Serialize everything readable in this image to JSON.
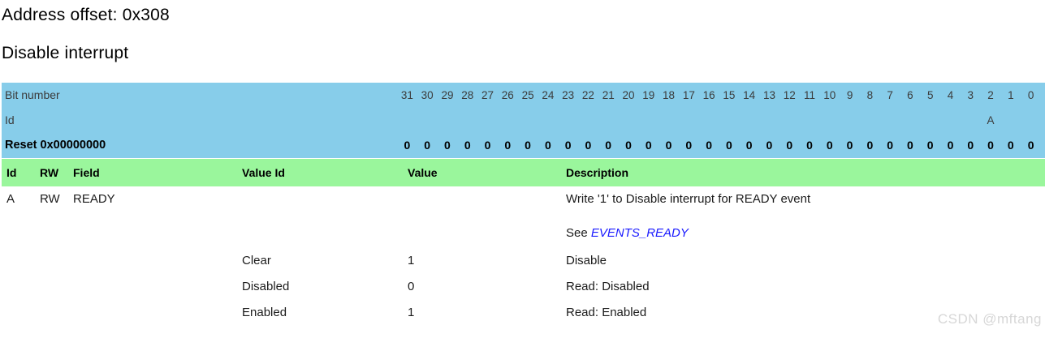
{
  "page": {
    "address_offset": "Address offset: 0x308",
    "register_title": "Disable interrupt"
  },
  "bitfield": {
    "bit_number_label": "Bit number",
    "id_label": "Id",
    "reset_label": "Reset 0x00000000",
    "bit_numbers": [
      31,
      30,
      29,
      28,
      27,
      26,
      25,
      24,
      23,
      22,
      21,
      20,
      19,
      18,
      17,
      16,
      15,
      14,
      13,
      12,
      11,
      10,
      9,
      8,
      7,
      6,
      5,
      4,
      3,
      2,
      1,
      0
    ],
    "id_markers": {
      "2": "A"
    },
    "reset_bits": [
      "0",
      "0",
      "0",
      "0",
      "0",
      "0",
      "0",
      "0",
      "0",
      "0",
      "0",
      "0",
      "0",
      "0",
      "0",
      "0",
      "0",
      "0",
      "0",
      "0",
      "0",
      "0",
      "0",
      "0",
      "0",
      "0",
      "0",
      "0",
      "0",
      "0",
      "0",
      "0"
    ]
  },
  "field_table": {
    "headers": {
      "id": "Id",
      "rw": "RW",
      "field": "Field",
      "value_id": "Value Id",
      "value": "Value",
      "description": "Description"
    },
    "rows": [
      {
        "type": "field",
        "id": "A",
        "rw": "RW",
        "field": "READY",
        "value_id": "",
        "value": "",
        "description": "Write '1' to Disable interrupt for READY event"
      },
      {
        "type": "see_link",
        "description_prefix": "See ",
        "link_text": "EVENTS_READY"
      },
      {
        "type": "value",
        "value_id": "Clear",
        "value": "1",
        "description": "Disable"
      },
      {
        "type": "value",
        "value_id": "Disabled",
        "value": "0",
        "description": "Read: Disabled"
      },
      {
        "type": "value",
        "value_id": "Enabled",
        "value": "1",
        "description": "Read: Enabled"
      }
    ]
  },
  "watermark": "CSDN @mftang",
  "colors": {
    "header_blue": "#87cdea",
    "header_green": "#9af69c",
    "link_blue": "#1a1aff"
  }
}
